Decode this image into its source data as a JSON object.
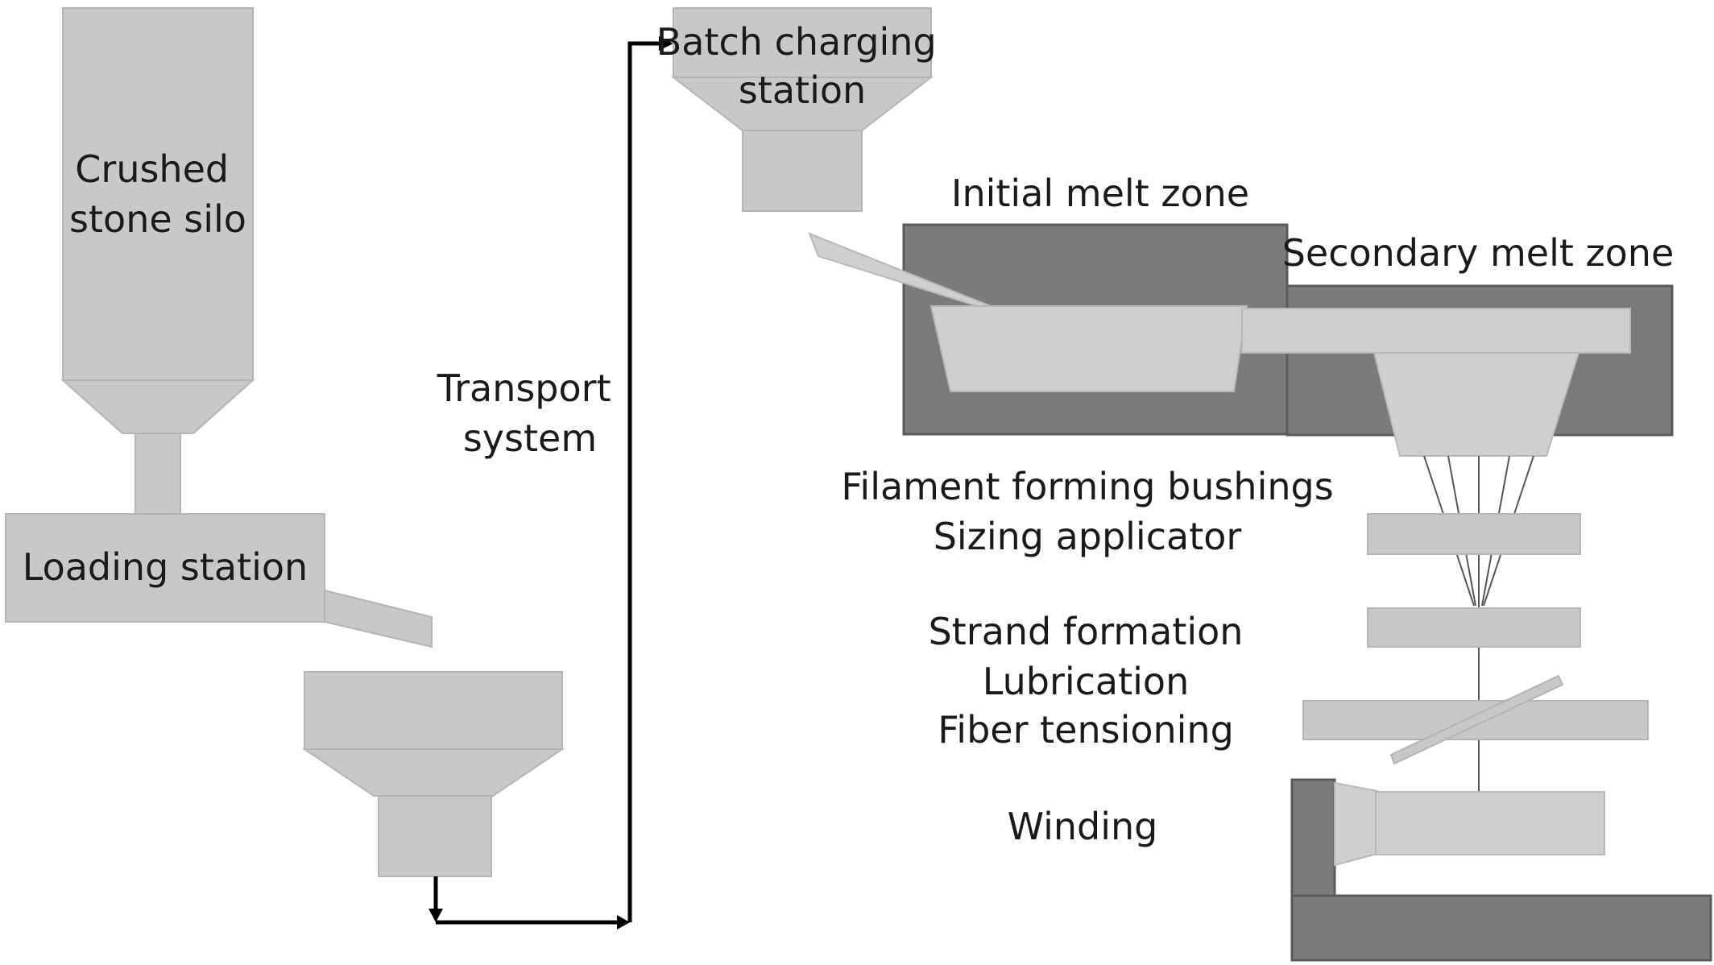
{
  "labels": {
    "crushed_stone_silo": [
      "Crushed",
      "stone silo"
    ],
    "loading_station": "Loading station",
    "transport_system": [
      "Transport",
      "system"
    ],
    "batch_charging_station": [
      "Batch charging",
      "station"
    ],
    "initial_melt_zone": "Initial melt zone",
    "secondary_melt_zone": "Secondary melt zone",
    "filament_forming_bushings": "Filament forming bushings",
    "sizing_applicator": "Sizing applicator",
    "strand_formation": "Strand formation",
    "lubrication": "Lubrication",
    "fiber_tensioning": "Fiber tensioning",
    "winding": "Winding"
  },
  "colors": {
    "light_component": "#c8c8c8",
    "dark_component": "#7b7b7b",
    "arrow": "#000000",
    "text": "#1a1a1a"
  }
}
